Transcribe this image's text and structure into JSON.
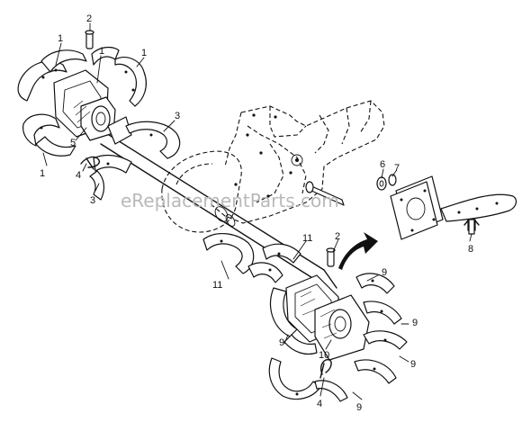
{
  "watermark": "eReplacementParts.com",
  "callouts": {
    "c1a": "1",
    "c1b": "1",
    "c1c": "1",
    "c1d": "1",
    "c2a": "2",
    "c2b": "2",
    "c3a": "3",
    "c3b": "3",
    "c4a": "4",
    "c4b": "4",
    "c5": "5",
    "c6": "6",
    "c7": "7",
    "c8": "8",
    "c9a": "9",
    "c9b": "9",
    "c9c": "9",
    "c9d": "9",
    "c10": "10",
    "c11a": "11",
    "c11b": "11"
  }
}
